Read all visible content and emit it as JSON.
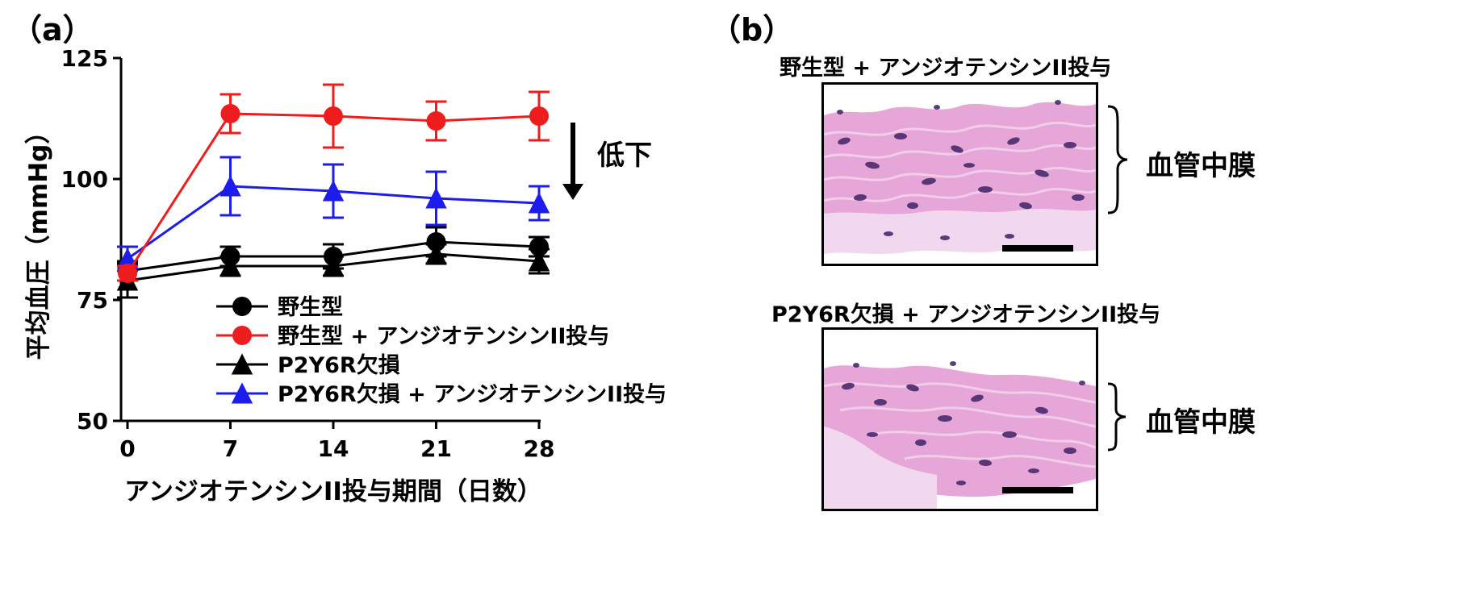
{
  "panel_a": {
    "label": "（a）"
  },
  "panel_b": {
    "label": "（b）",
    "images": [
      {
        "title": "野生型 + アンジオテンシンII投与",
        "layer_label": "血管中膜"
      },
      {
        "title": "P2Y6R欠損 + アンジオテンシンII投与",
        "layer_label": "血管中膜"
      }
    ],
    "colors": {
      "tissue_pink": "#e6a6d8",
      "nucleus": "#4a2a6e",
      "lumen_pale": "#f2d8ee"
    }
  },
  "chart_data": {
    "type": "line",
    "xlabel": "アンジオテンシンII投与期間（日数）",
    "ylabel": "平均血圧（mmHg）",
    "x": [
      0,
      7,
      14,
      21,
      28
    ],
    "xticks": [
      "0",
      "7",
      "14",
      "21",
      "28"
    ],
    "ylim": [
      50,
      125
    ],
    "yticks": [
      "50",
      "75",
      "100",
      "125"
    ],
    "grid": false,
    "legend_position": "bottom-right",
    "series": [
      {
        "name": "野生型",
        "color": "#000000",
        "marker": "circle",
        "values": [
          81,
          84,
          84,
          87,
          86
        ],
        "errors": [
          2,
          2,
          2.5,
          3,
          2
        ]
      },
      {
        "name": "野生型 + アンジオテンシンII投与",
        "color": "#ee1c1c",
        "marker": "circle",
        "values": [
          80.5,
          113.5,
          113,
          112,
          113
        ],
        "errors": [
          1.5,
          4,
          6.5,
          4,
          5
        ]
      },
      {
        "name": "P2Y6R欠損",
        "color": "#000000",
        "marker": "triangle",
        "values": [
          79,
          82,
          82,
          84.5,
          83
        ],
        "errors": [
          3.5,
          2,
          2,
          2,
          2.5
        ]
      },
      {
        "name": "P2Y6R欠損 + アンジオテンシンII投与",
        "color": "#1c1cee",
        "marker": "triangle",
        "values": [
          83.5,
          98.5,
          97.5,
          96,
          95
        ],
        "errors": [
          2.5,
          6,
          5.5,
          5.5,
          3.5
        ]
      }
    ],
    "annotation": {
      "text": "低下",
      "arrow": "down"
    }
  }
}
